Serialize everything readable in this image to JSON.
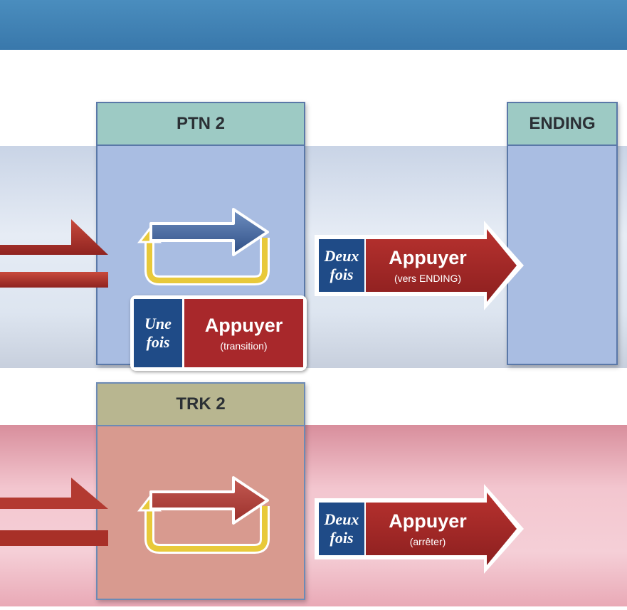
{
  "columns": {
    "ptn": "PTN 2",
    "ending": "ENDING",
    "trk": "TRK 2"
  },
  "actions": {
    "ptn_once": {
      "count_line1": "Une",
      "count_line2": "fois",
      "label": "Appuyer",
      "detail": "(transition)"
    },
    "ptn_twice": {
      "count_line1": "Deux",
      "count_line2": "fois",
      "label": "Appuyer",
      "detail": "(vers ENDING)"
    },
    "trk_twice": {
      "count_line1": "Deux",
      "count_line2": "fois",
      "label": "Appuyer",
      "detail": "(arrêter)"
    }
  },
  "colors": {
    "header_bar": "#3f82b4",
    "lane_blue": "#dde5f0",
    "lane_pink": "#f3c6cf",
    "column_blue": "#a9bde2",
    "column_red": "#d89a8f",
    "action_red": "#a8282b",
    "count_blue": "#1f4b87",
    "loop_yellow": "#e8c93a"
  },
  "icons": [
    "loop-arrow-icon",
    "incoming-arrow-icon",
    "outgoing-arrow-icon"
  ]
}
